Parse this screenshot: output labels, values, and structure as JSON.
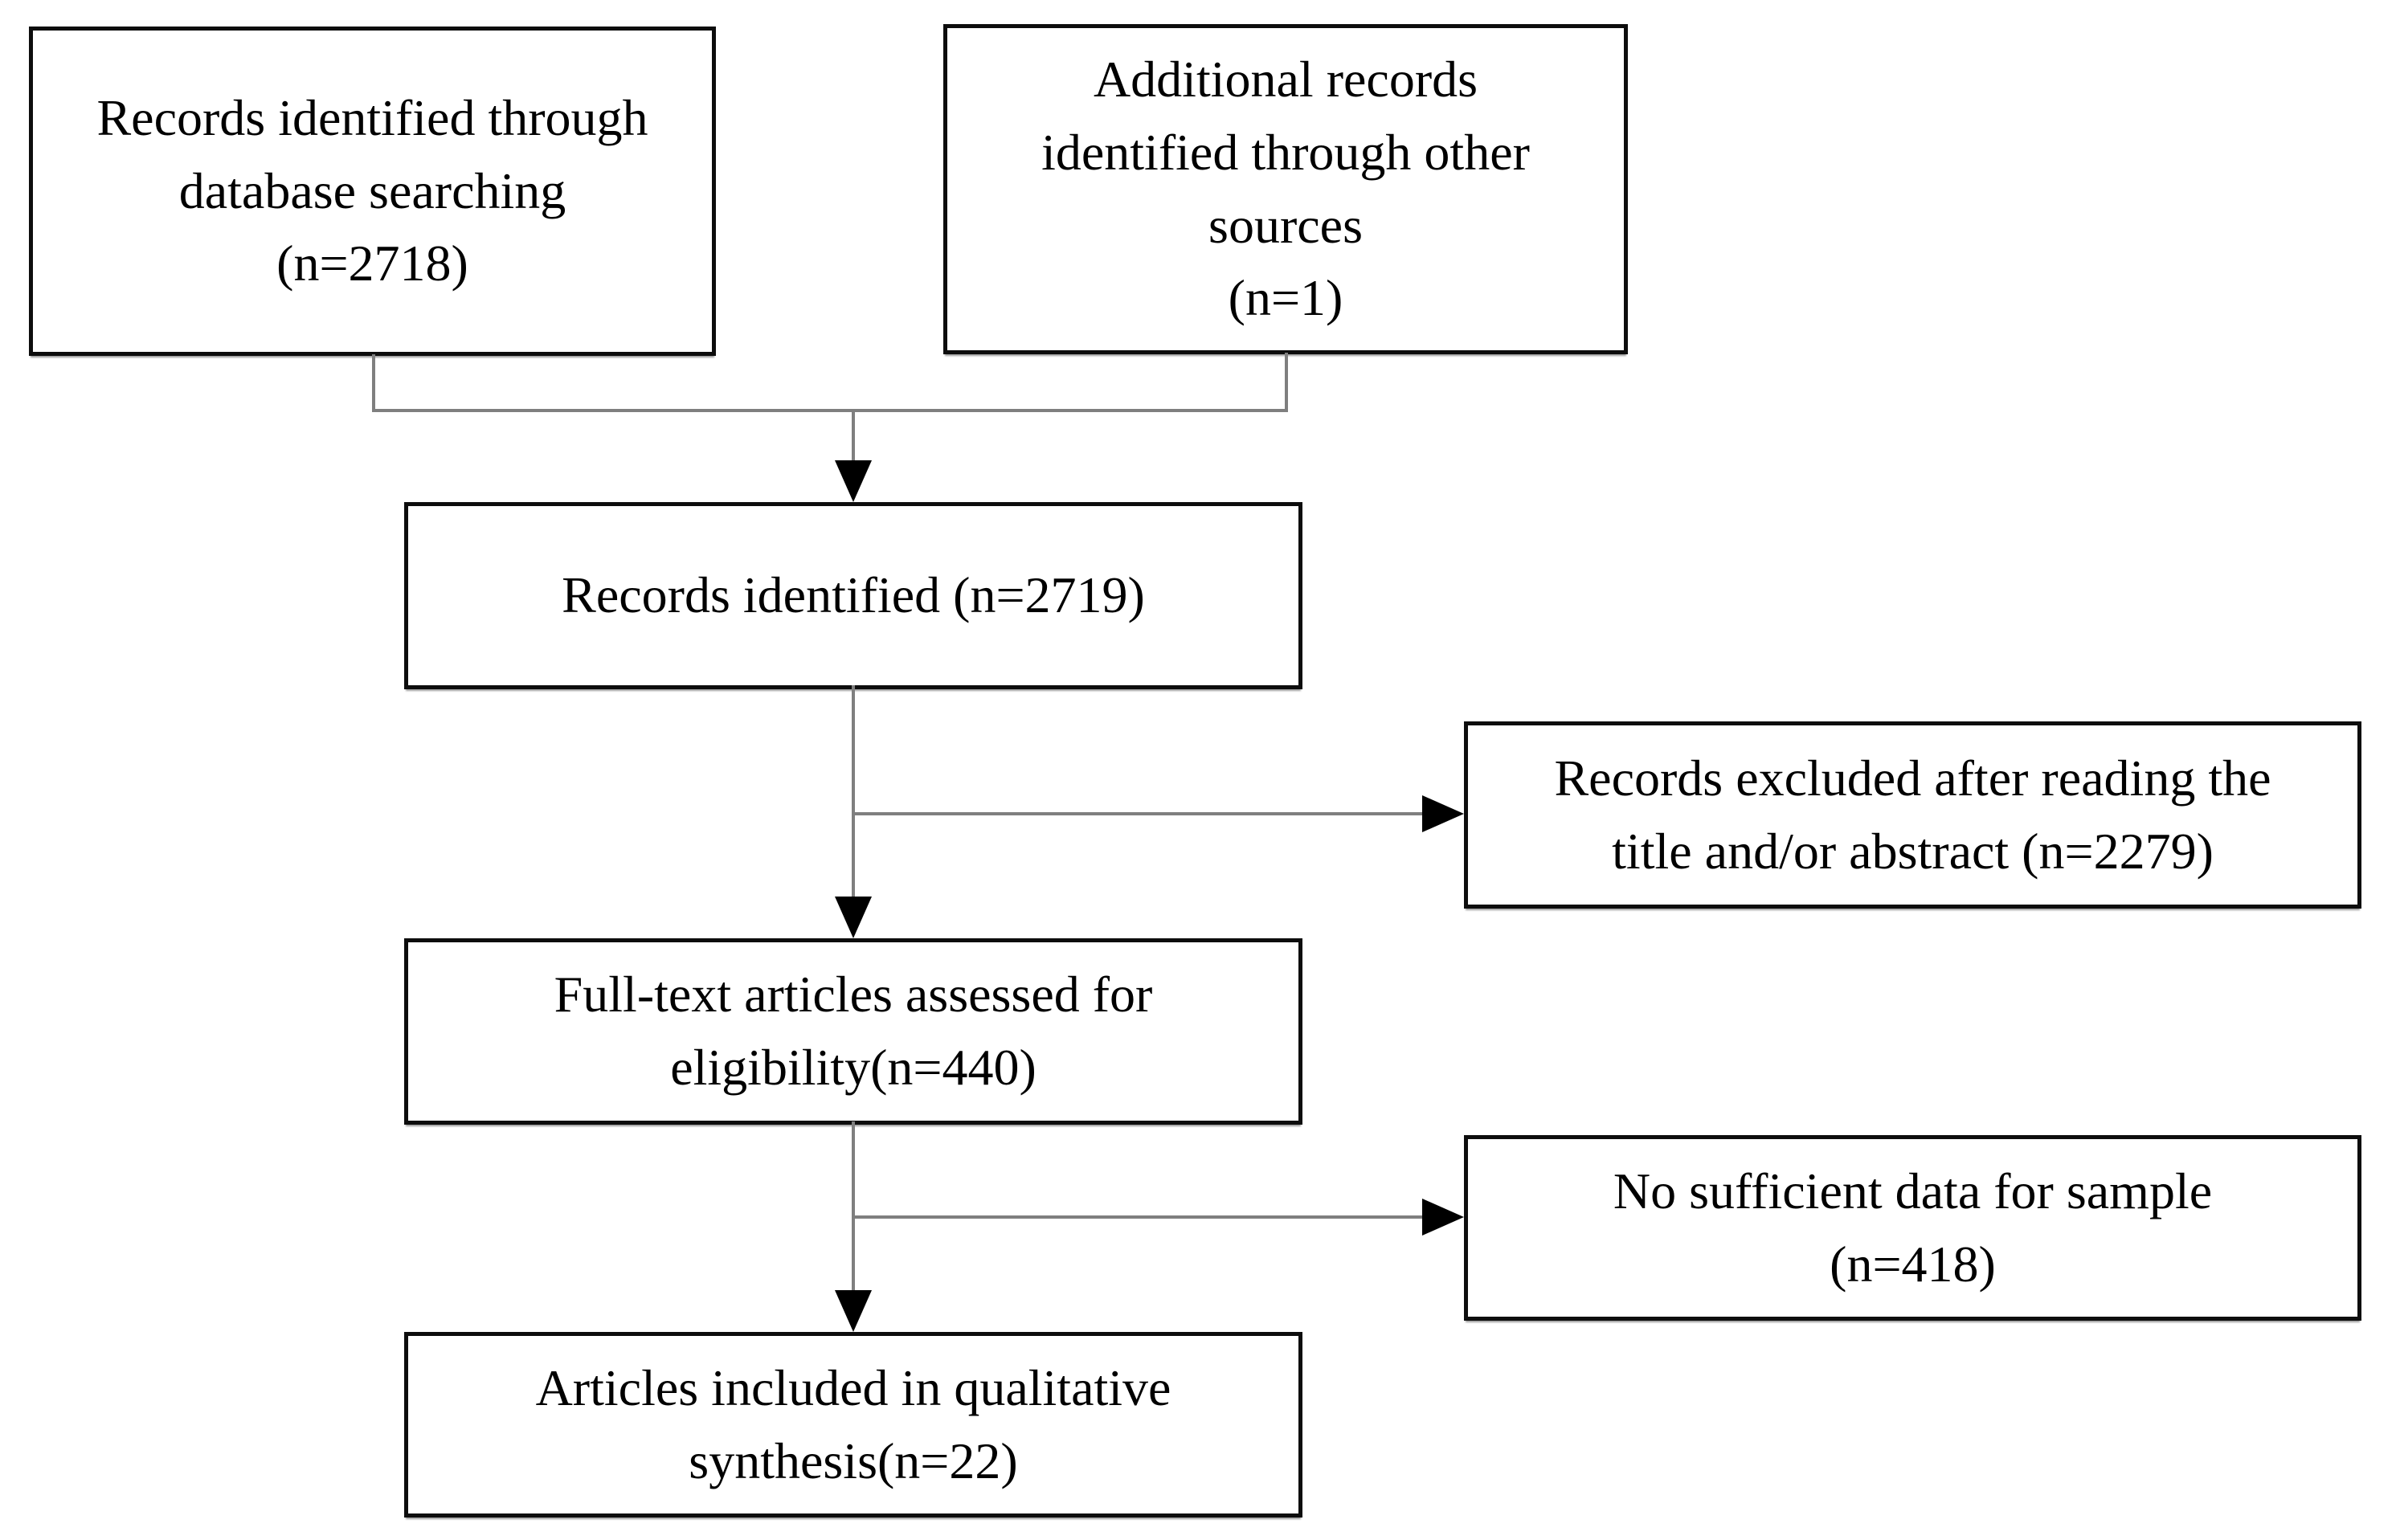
{
  "diagram": {
    "type": "flowchart",
    "style": {
      "box_border_color": "#0d0d0d",
      "connector_color": "#7f7f7f",
      "arrowhead_color": "#000000",
      "text_color": "#000000",
      "background_color": "#ffffff"
    },
    "boxes": [
      {
        "name": "records-identified-database",
        "label": "Records identified through\ndatabase searching\n(n=2718)",
        "n": 2718
      },
      {
        "name": "additional-records-other-sources",
        "label": "Additional records\nidentified through other\nsources\n(n=1)",
        "n": 1
      },
      {
        "name": "records-identified-total",
        "label": "Records identified (n=2719)",
        "n": 2719
      },
      {
        "name": "records-excluded-title-abstract",
        "label": "Records excluded after reading the\ntitle and/or abstract (n=2279)",
        "n": 2279
      },
      {
        "name": "fulltext-assessed-eligibility",
        "label": "Full-text articles assessed for\neligibility(n=440)",
        "n": 440
      },
      {
        "name": "no-sufficient-data-sample",
        "label": "No sufficient data for sample\n(n=418)",
        "n": 418
      },
      {
        "name": "articles-included-qualitative",
        "label": "Articles included in qualitative\nsynthesis(n=22)",
        "n": 22
      }
    ],
    "edges": [
      {
        "from": "records-identified-database",
        "to": "records-identified-total"
      },
      {
        "from": "additional-records-other-sources",
        "to": "records-identified-total"
      },
      {
        "from": "records-identified-total",
        "to": "fulltext-assessed-eligibility"
      },
      {
        "from": "records-identified-total",
        "to": "records-excluded-title-abstract"
      },
      {
        "from": "fulltext-assessed-eligibility",
        "to": "articles-included-qualitative"
      },
      {
        "from": "fulltext-assessed-eligibility",
        "to": "no-sufficient-data-sample"
      }
    ]
  }
}
